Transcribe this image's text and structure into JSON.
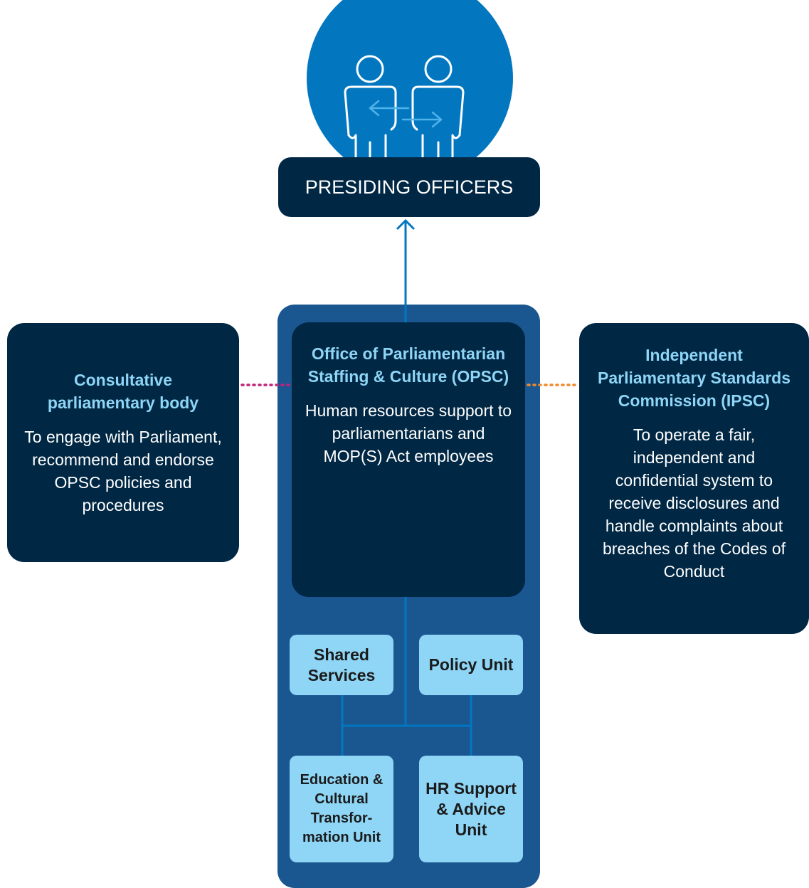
{
  "colors": {
    "circle": "#0277c0",
    "dark_box": "#002744",
    "panel": "#1a5690",
    "heading": "#8ed5f6",
    "unit_fill": "#8ed5f6",
    "connector_line": "#0277c0",
    "consult_arrow": "#c0237a",
    "ipsc_arrow": "#f08a2c"
  },
  "icons": {
    "top": "two-people-exchange-icon"
  },
  "presiding": {
    "label": "PRESIDING OFFICERS"
  },
  "consultative": {
    "title": "Consultative parliamentary body",
    "description": "To engage with Parliament, recommend and endorse OPSC policies and procedures"
  },
  "opsc": {
    "title": "Office of Parliamentarian Staffing & Culture (OPSC)",
    "description": "Human resources support to parliamentarians and MOP(S) Act employees"
  },
  "ipsc": {
    "title": "Independent Parliamentary Standards Commission (IPSC)",
    "description": "To operate a fair, independent and confidential system to receive disclosures and handle complaints about breaches of the Codes of Conduct"
  },
  "units": {
    "shared_services": "Shared Services",
    "policy": "Policy Unit",
    "education": "Education & Cultural Transfor-mation Unit",
    "hr": "HR Support & Advice Unit"
  }
}
